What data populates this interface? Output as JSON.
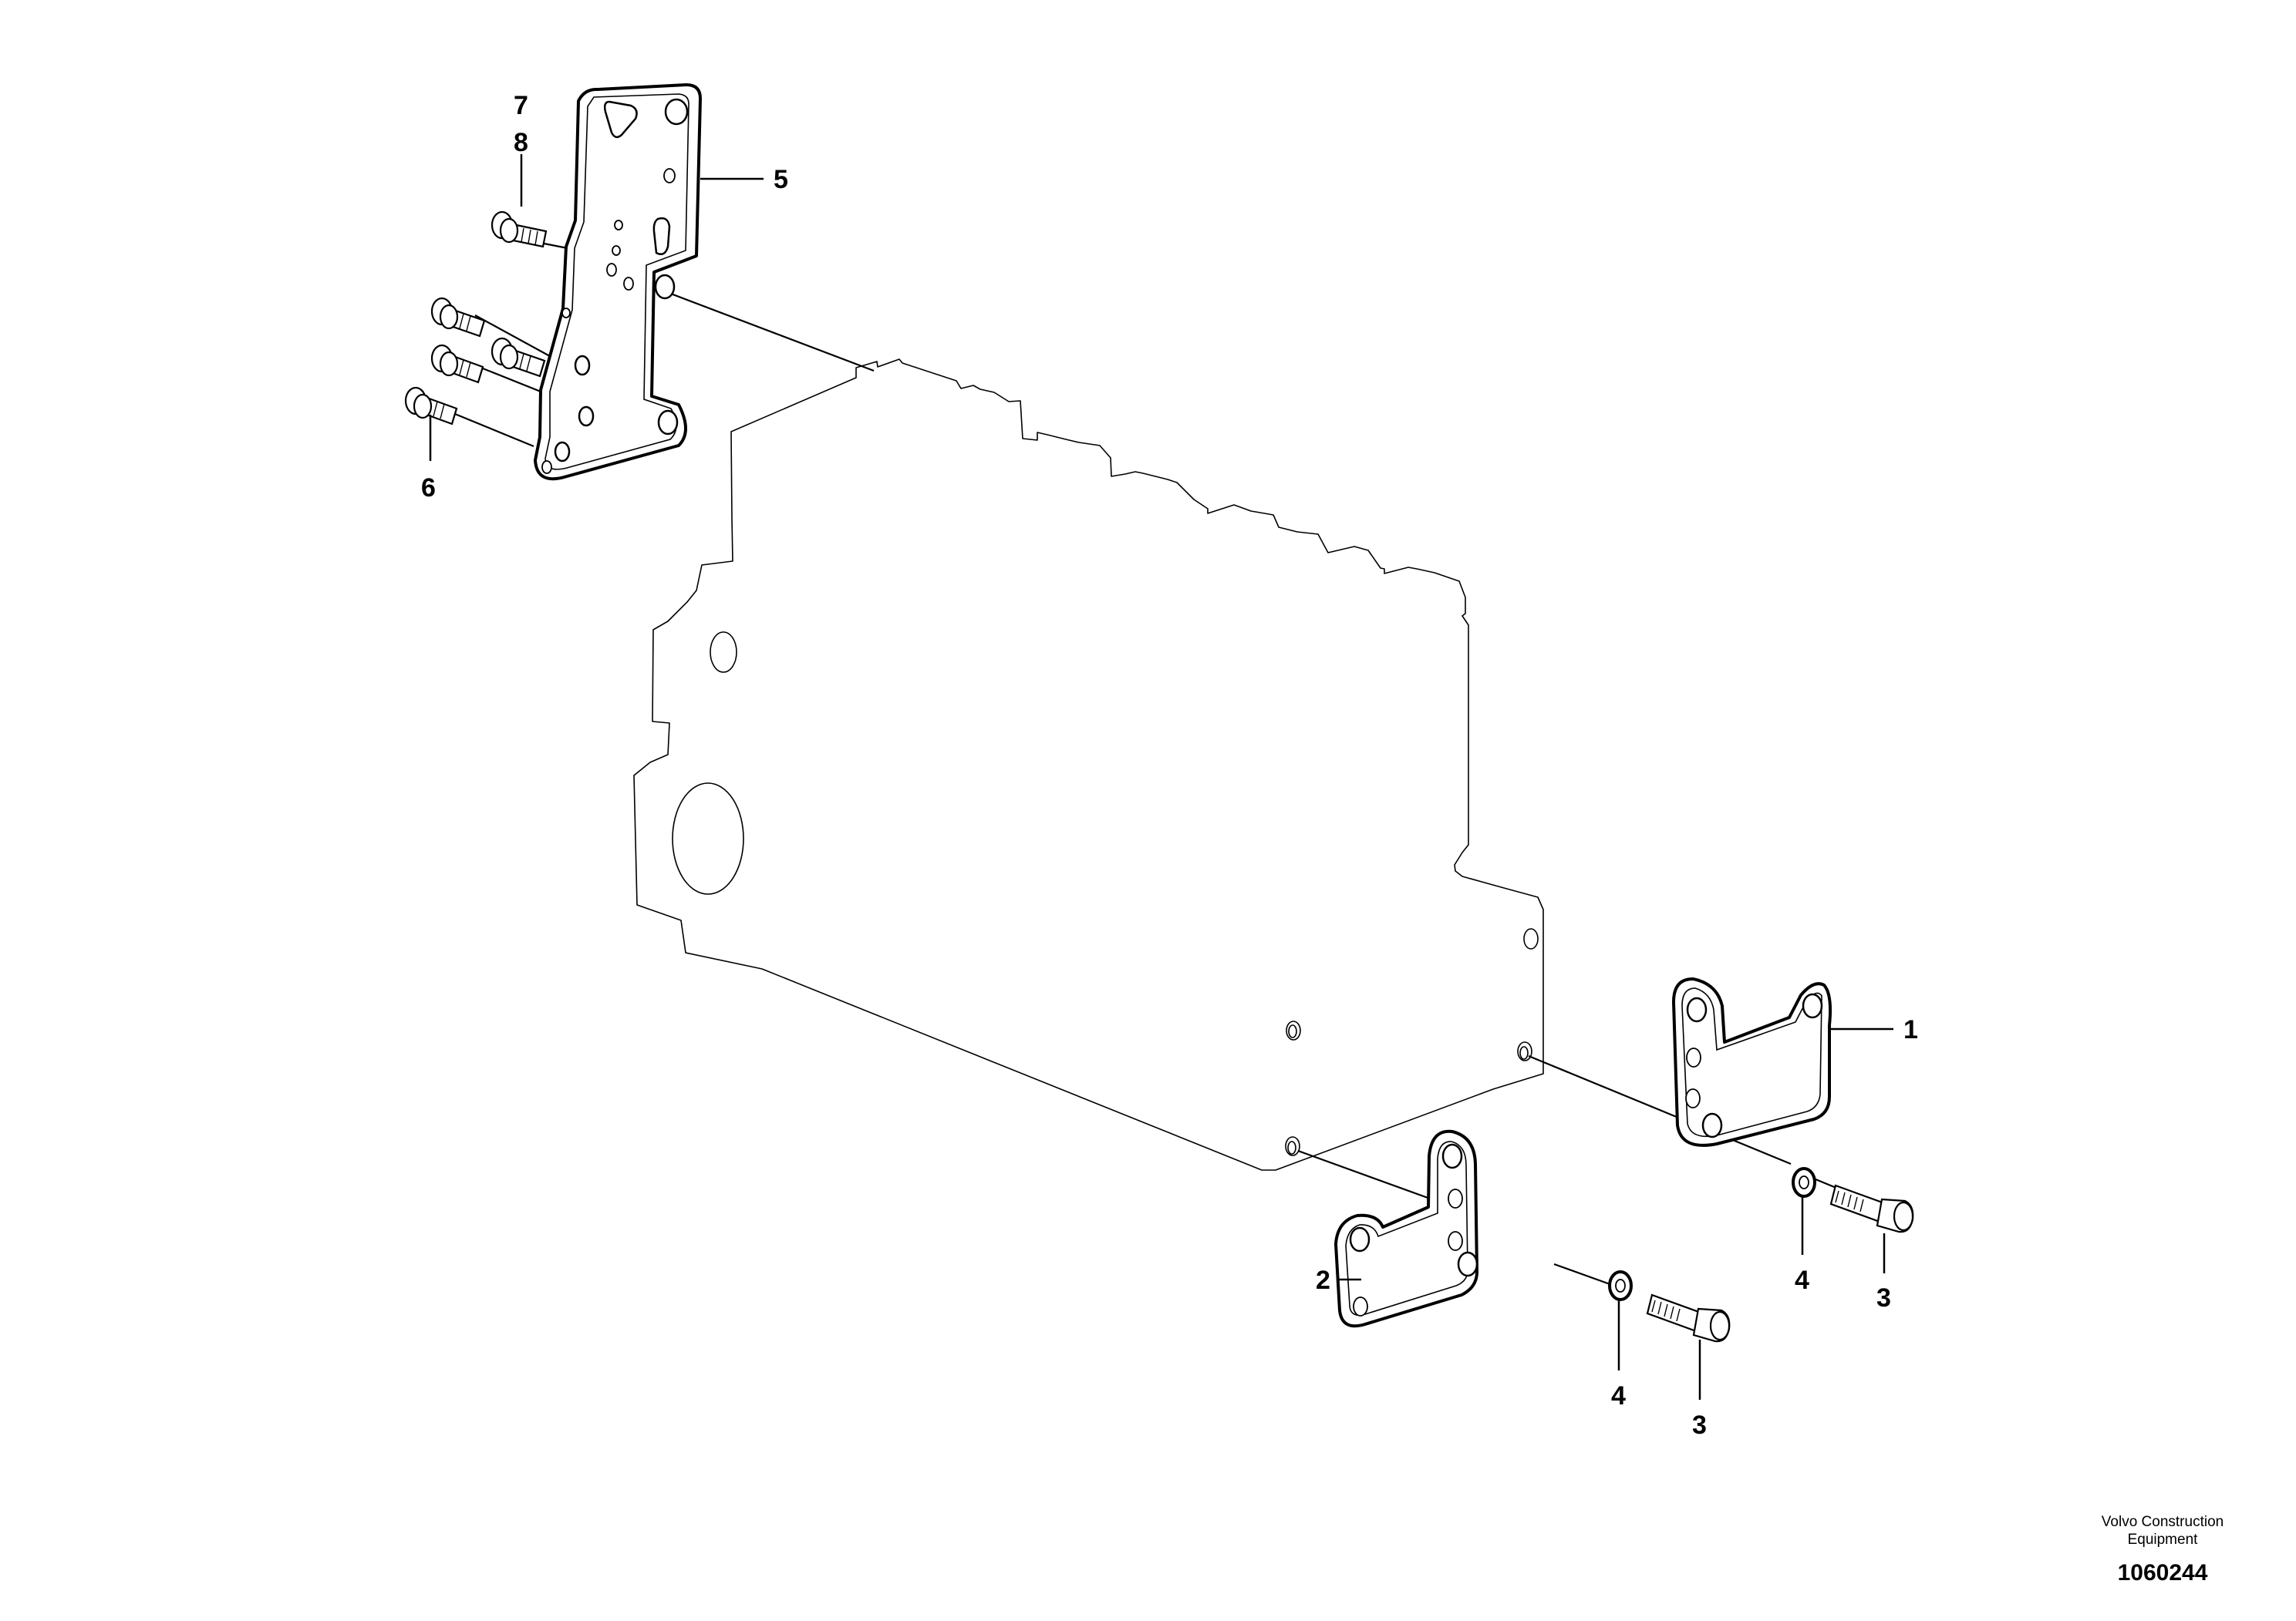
{
  "callouts": {
    "c1": "1",
    "c2": "2",
    "c3a": "3",
    "c3b": "3",
    "c4a": "4",
    "c4b": "4",
    "c5": "5",
    "c6": "6",
    "c7": "7",
    "c8": "8"
  },
  "footer": {
    "brand_line1": "Volvo Construction",
    "brand_line2": "Equipment",
    "doc_number": "1060244"
  },
  "icons": {
    "engine_block": "engine-block-outline",
    "bracket_rear": "rear-engine-bracket",
    "bracket_front_right": "front-right-bracket",
    "bracket_front_left": "front-left-bracket",
    "screw": "flange-screw",
    "washer": "washer"
  }
}
